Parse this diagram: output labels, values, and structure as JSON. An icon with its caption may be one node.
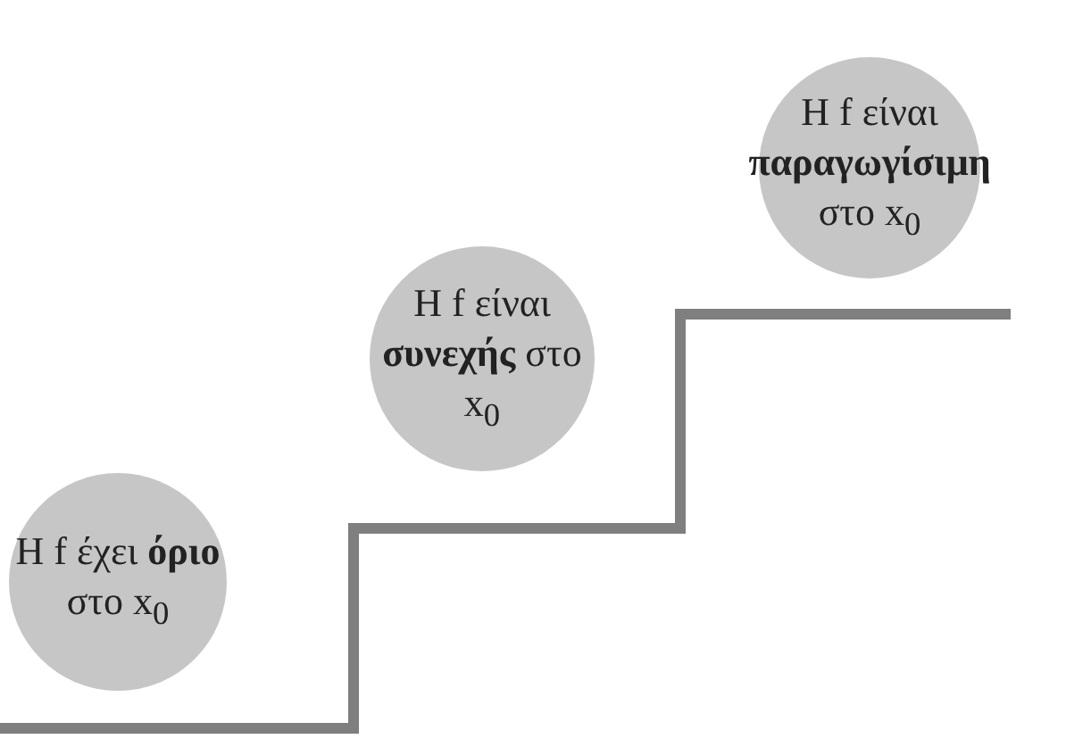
{
  "diagram": {
    "nodes": [
      {
        "text": [
          "Η f έχει **όριο** στο x$_{0}$"
        ]
      },
      {
        "text": [
          "Η f είναι **συνεχής** στο x$_{0}$"
        ]
      },
      {
        "text": [
          "Η f είναι **παραγωγίσιμη** στο x$_{0}$"
        ]
      }
    ]
  }
}
